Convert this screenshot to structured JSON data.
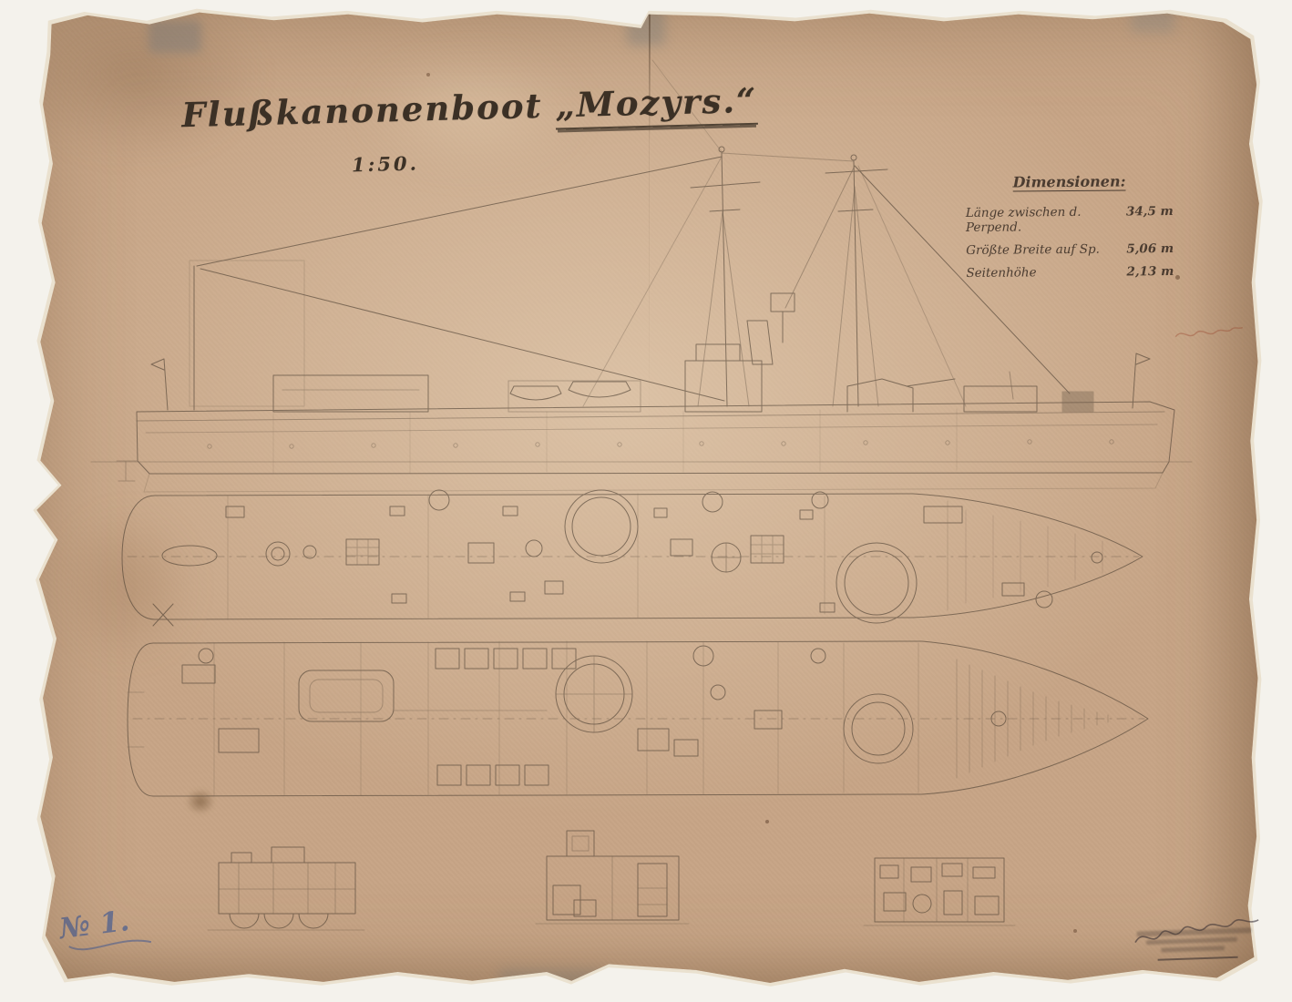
{
  "page": {
    "background_color": "#f4f2ec",
    "paper_color": "#c7a586",
    "ink_color": "#4e4134",
    "blue_pencil_color": "#485e94"
  },
  "title_block": {
    "title_main": "Flußkanonenboot",
    "title_name": "„Mozyrs.“",
    "scale": "1:50."
  },
  "dimensions_table": {
    "heading": "Dimensionen:",
    "rows": [
      {
        "label": "Länge zwischen d. Perpend.",
        "value": "34,5 m"
      },
      {
        "label": "Größte Breite auf Sp.",
        "value": "5,06 m"
      },
      {
        "label": "Seitenhöhe",
        "value": "2,13 m"
      }
    ]
  },
  "annotations": {
    "sheet_number": "№ 1."
  }
}
